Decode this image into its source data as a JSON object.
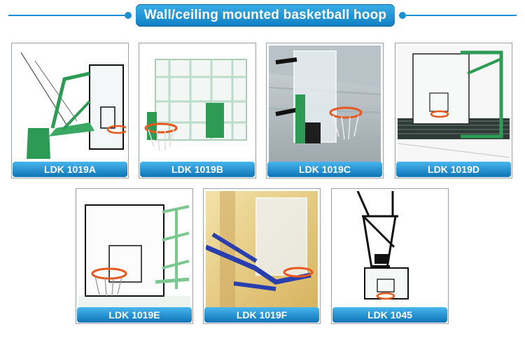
{
  "header": {
    "title": "Wall/ceiling mounted basketball hoop"
  },
  "colors": {
    "accent": "#1b8fd0",
    "frame_green": "#2e9b55",
    "rim_orange": "#e8571c"
  },
  "products": [
    {
      "label": "LDK 1019A"
    },
    {
      "label": "LDK 1019B"
    },
    {
      "label": "LDK 1019C"
    },
    {
      "label": "LDK 1019D"
    },
    {
      "label": "LDK 1019E"
    },
    {
      "label": "LDK 1019F"
    },
    {
      "label": "LDK 1045"
    }
  ]
}
